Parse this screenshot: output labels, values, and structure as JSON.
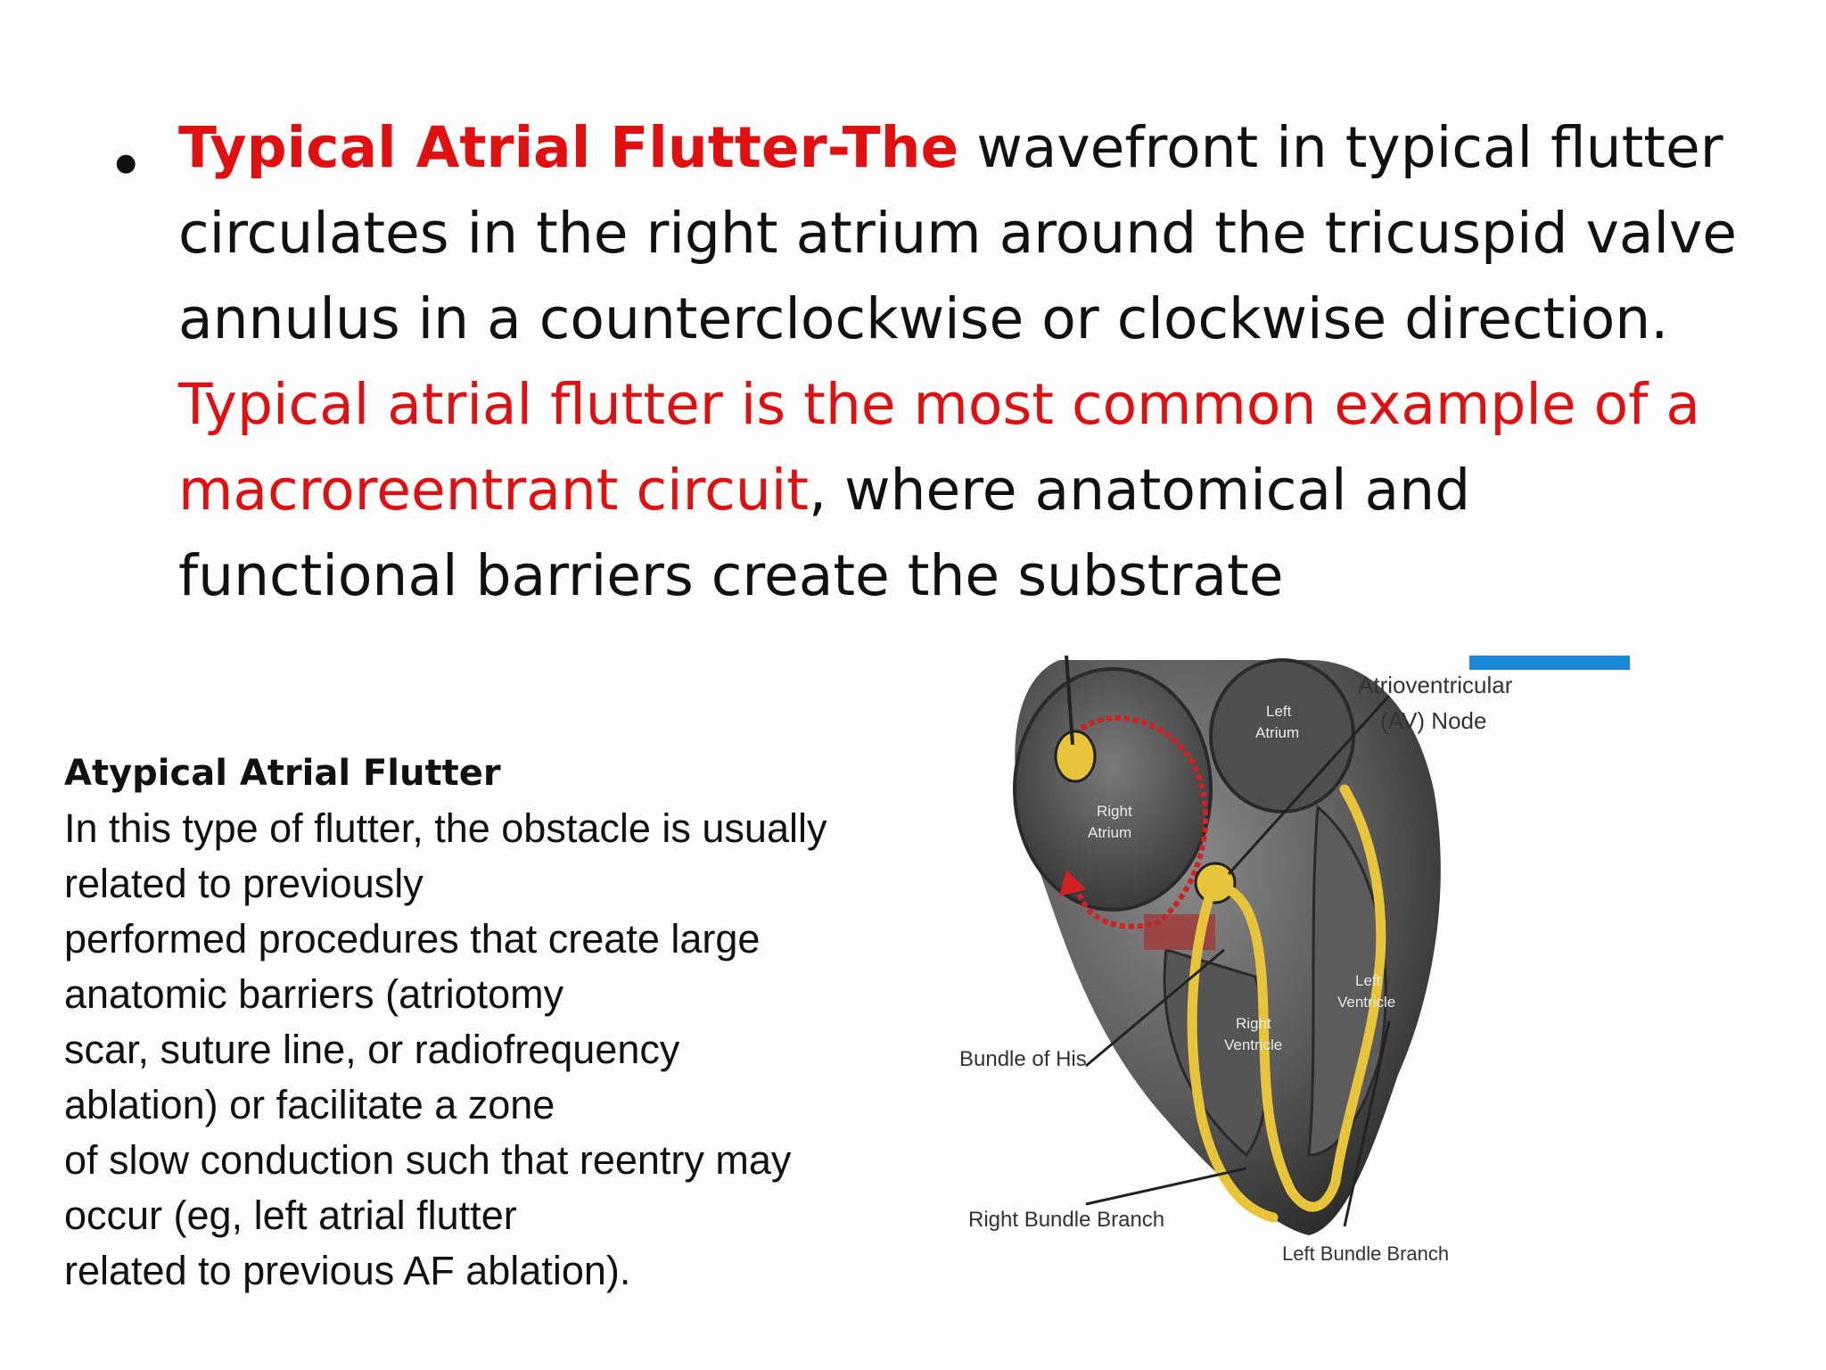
{
  "bullet": {
    "bold_red": "Typical Atrial Flutter-The",
    "text_1": " wavefront in typical flutter circulates in the right atrium around the tricuspid valve annulus in a counterclockwise or clockwise direction. ",
    "red": "Typical atrial flutter is the most common example of a macroreentrant circuit",
    "text_2": ", where anatomical and functional barriers create the substrate"
  },
  "atypical": {
    "heading": "Atypical Atrial Flutter",
    "lines": [
      "In this type of flutter, the obstacle is usually",
      "related to previously",
      "performed procedures that create large",
      "anatomic barriers (atriotomy",
      "scar, suture line, or radiofrequency",
      "ablation) or facilitate a zone",
      "of slow conduction such that reentry may",
      "occur (eg, left atrial flutter",
      "related to previous AF ablation)."
    ]
  },
  "figure": {
    "labels": {
      "av_node_1": "Atrioventricular",
      "av_node_2": "(AV) Node",
      "left_atrium_1": "Left",
      "left_atrium_2": "Atrium",
      "right_atrium_1": "Right",
      "right_atrium_2": "Atrium",
      "left_ventricle_1": "Left",
      "left_ventricle_2": "Ventricle",
      "right_ventricle_1": "Right",
      "right_ventricle_2": "Ventricle",
      "bundle_of_his": "Bundle of His",
      "right_bundle_branch": "Right Bundle Branch",
      "left_bundle_branch": "Left Bundle Branch"
    },
    "colors": {
      "conduction": "#e8c43a",
      "reentry_arrow": "#d42020",
      "tissue": "#6a6a6a"
    }
  }
}
